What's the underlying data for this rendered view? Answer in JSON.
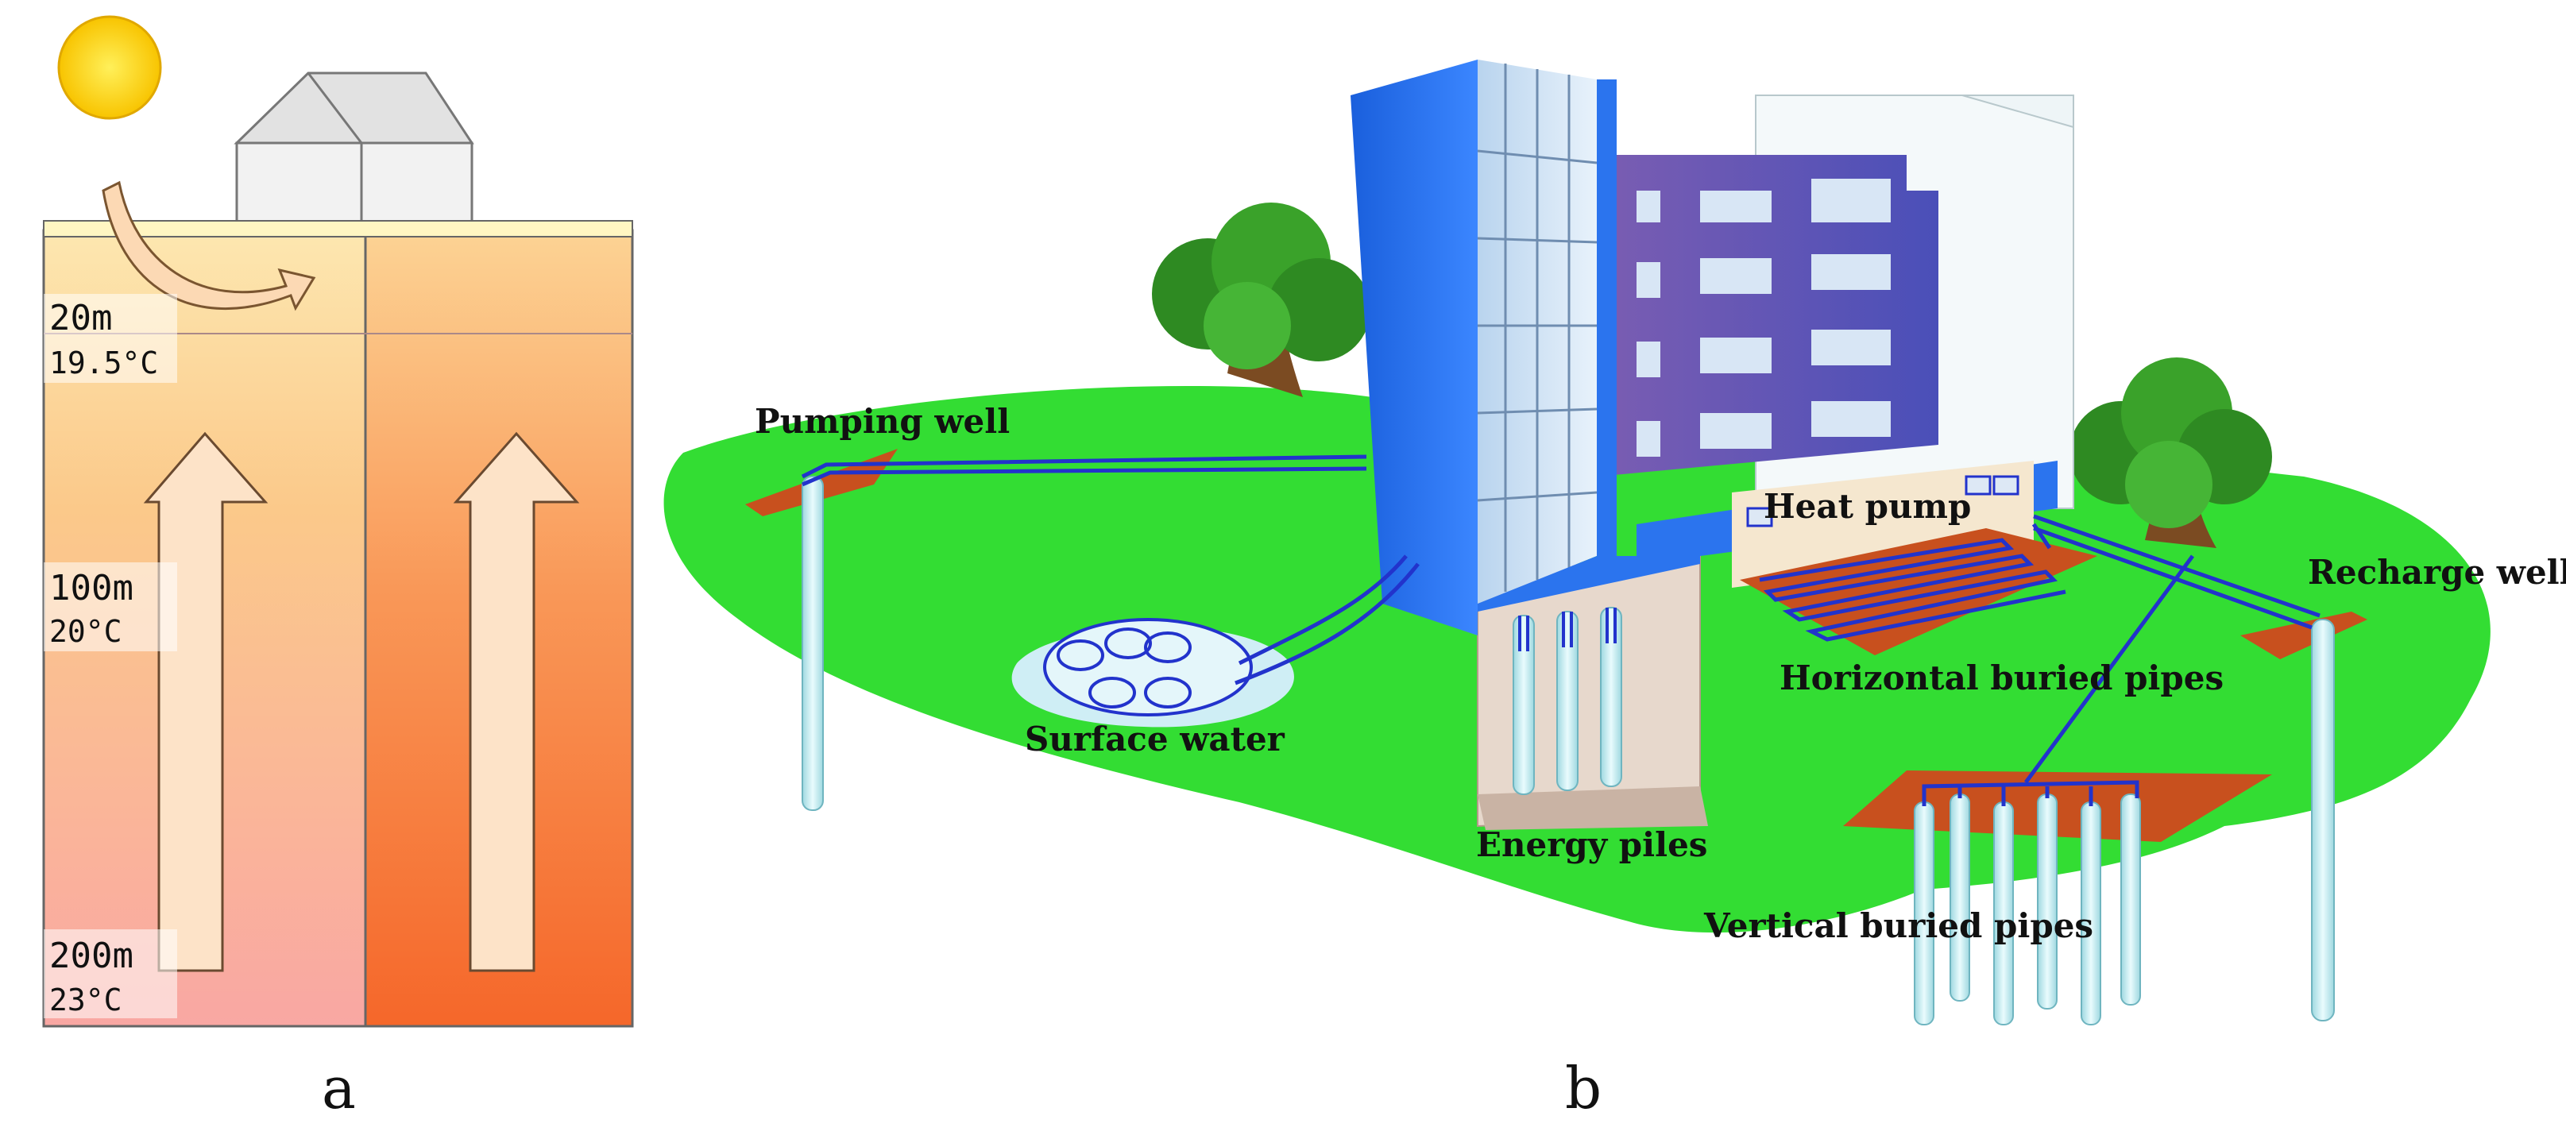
{
  "panel_a": {
    "caption": "a",
    "depths": [
      {
        "depth": "20m",
        "temp": "19.5°C"
      },
      {
        "depth": "100m",
        "temp": "20°C"
      },
      {
        "depth": "200m",
        "temp": "23°C"
      }
    ]
  },
  "panel_b": {
    "caption": "b",
    "labels": {
      "pumping_well": "Pumping well",
      "heat_pump": "Heat pump",
      "recharge_well": "Recharge well",
      "horizontal_pipes": "Horizontal buried pipes",
      "surface_water": "Surface water",
      "energy_piles": "Energy piles",
      "vertical_pipes": "Vertical buried pipes"
    }
  },
  "colors": {
    "ground_green": "#33dd33",
    "building_blue": "#1f6fe6",
    "building_purple": "#5a4fb0",
    "pipe_blue": "#2233cc",
    "soil_red": "#c8501e",
    "sun_yellow": "#ffd21e"
  }
}
